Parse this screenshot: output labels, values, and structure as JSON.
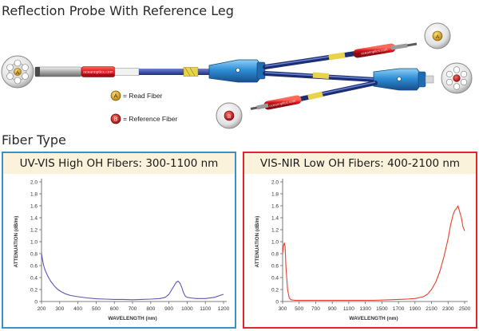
{
  "diagram": {
    "title": "Reflection Probe With Reference Leg",
    "legend_read": "= Read Fiber",
    "legend_ref": "= Reference Fiber",
    "marker_a": "A",
    "marker_b": "B",
    "brand_text": "oceanoptics.com",
    "colors": {
      "read": "#d4a017",
      "reference": "#c8161d",
      "housing": "#2f8fd6",
      "cable": "#2b3f8a",
      "sleeve": "#e8d44a"
    }
  },
  "fiber_type": {
    "heading": "Fiber Type"
  },
  "panels": [
    {
      "title": "UV-VIS High OH Fibers: 300-1100 nm",
      "border_color": "#3c8fc9",
      "header_bg": "#fbf2dc"
    },
    {
      "title": "VIS-NIR Low OH Fibers: 400-2100 nm",
      "border_color": "#e0252b",
      "header_bg": "#fbf2dc"
    }
  ],
  "chart_data": [
    {
      "type": "line",
      "title": "UV-VIS High OH Fibers: 300-1100 nm",
      "xlabel": "WAVELENGTH (nm)",
      "ylabel": "ATTENUATION (dB/m)",
      "xlim": [
        200,
        1200
      ],
      "ylim": [
        0,
        2.0
      ],
      "x_ticks": [
        200,
        300,
        400,
        500,
        600,
        700,
        800,
        900,
        1000,
        1100,
        1200
      ],
      "y_ticks": [
        "0",
        "0.2",
        "0.4",
        "0.6",
        "0.8",
        "1.0",
        "1.2",
        "1.4",
        "1.6",
        "1.8",
        "2.0"
      ],
      "grid": false,
      "series": [
        {
          "color": "#5a57b8",
          "x": [
            200,
            210,
            220,
            235,
            250,
            270,
            290,
            310,
            330,
            360,
            400,
            450,
            500,
            550,
            600,
            650,
            700,
            750,
            800,
            850,
            880,
            900,
            920,
            940,
            950,
            960,
            970,
            980,
            990,
            1000,
            1020,
            1050,
            1100,
            1150,
            1180,
            1200
          ],
          "y": [
            0.8,
            0.62,
            0.52,
            0.42,
            0.34,
            0.26,
            0.2,
            0.16,
            0.13,
            0.1,
            0.08,
            0.06,
            0.045,
            0.04,
            0.035,
            0.035,
            0.03,
            0.035,
            0.04,
            0.05,
            0.07,
            0.12,
            0.22,
            0.32,
            0.34,
            0.31,
            0.24,
            0.15,
            0.09,
            0.07,
            0.06,
            0.05,
            0.05,
            0.07,
            0.1,
            0.12
          ]
        }
      ]
    },
    {
      "type": "line",
      "title": "VIS-NIR Low OH Fibers: 400-2100 nm",
      "xlabel": "WAVELENGTH (nm)",
      "ylabel": "ATTENUATION (dB/m)",
      "xlim": [
        300,
        2500
      ],
      "ylim": [
        0,
        2.0
      ],
      "x_ticks": [
        300,
        500,
        700,
        900,
        1100,
        1300,
        1500,
        1700,
        1900,
        2100,
        2300,
        2500
      ],
      "y_ticks": [
        "0",
        "0.2",
        "0.4",
        "0.6",
        "0.8",
        "1.0",
        "1.2",
        "1.4",
        "1.6",
        "1.8",
        "2.0"
      ],
      "grid": false,
      "series": [
        {
          "color": "#e8402d",
          "x": [
            300,
            310,
            320,
            330,
            340,
            360,
            380,
            400,
            450,
            500,
            600,
            800,
            1000,
            1200,
            1400,
            1600,
            1800,
            1900,
            2000,
            2050,
            2100,
            2150,
            2200,
            2250,
            2300,
            2330,
            2360,
            2380,
            2400,
            2420,
            2440,
            2460,
            2480,
            2500
          ],
          "y": [
            0.8,
            0.92,
            0.98,
            0.92,
            0.6,
            0.2,
            0.06,
            0.03,
            0.02,
            0.02,
            0.02,
            0.02,
            0.02,
            0.02,
            0.02,
            0.03,
            0.04,
            0.05,
            0.08,
            0.12,
            0.2,
            0.32,
            0.5,
            0.75,
            1.05,
            1.28,
            1.45,
            1.52,
            1.55,
            1.6,
            1.5,
            1.4,
            1.25,
            1.18
          ]
        }
      ]
    }
  ]
}
